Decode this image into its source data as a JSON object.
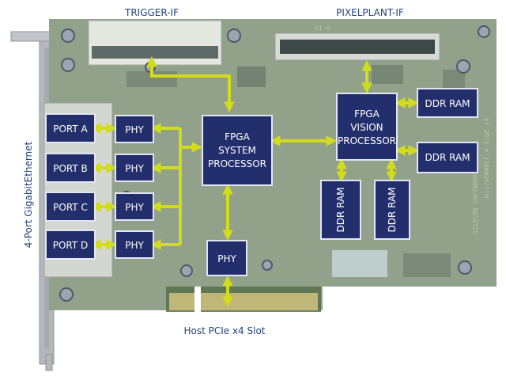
{
  "labels": {
    "trigger_if": "TRIGGER-IF",
    "pixelplant_if": "PIXELPLANT-IF",
    "side_label": "4-Port GigabitEthernet",
    "host_slot": "Host PCIe x4  Slot"
  },
  "blocks": {
    "port_a": "PORT A",
    "port_b": "PORT B",
    "port_c": "PORT C",
    "port_d": "PORT D",
    "phy": "PHY",
    "fpga_system": [
      "FPGA",
      "SYSTEM",
      "PROCESSOR"
    ],
    "fpga_vision": [
      "FPGA",
      "VISION",
      "PROCESSOR"
    ],
    "ddr_ram": "DDR RAM"
  },
  "board_markings": {
    "board_name": "microENABLE 4 GigE x4",
    "vendor": "SILICON SOFTWARE",
    "version": "V1.0"
  },
  "colors": {
    "block_fill": "#232f6c",
    "block_border": "#e2e6f2",
    "arrow": "#d2dc1c",
    "label": "#24447a",
    "pcb_green": "#56704c",
    "pcb_overlay": "#f1f3ee",
    "bracket": "#b4b8bc"
  }
}
